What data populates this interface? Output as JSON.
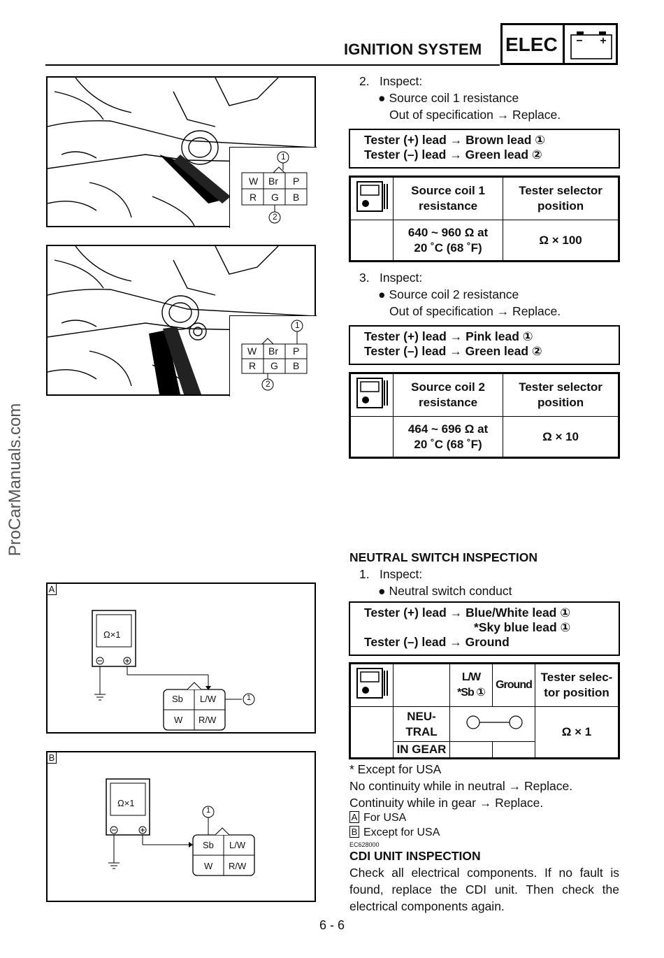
{
  "header": {
    "section_title": "IGNITION SYSTEM",
    "tab_label": "ELEC"
  },
  "watermark": "ProCarManuals.com",
  "figures": {
    "connector_pins": [
      "W",
      "Br",
      "P",
      "R",
      "G",
      "B"
    ],
    "callouts": [
      "1",
      "2"
    ],
    "diagram_a": {
      "tag": "A",
      "meter": "Ω×1",
      "pins": [
        "Sb",
        "L/W",
        "W",
        "R/W"
      ],
      "callout": "1"
    },
    "diagram_b": {
      "tag": "B",
      "meter": "Ω×1",
      "pins": [
        "Sb",
        "L/W",
        "W",
        "R/W"
      ],
      "callout": "1"
    }
  },
  "step2": {
    "num": "2.",
    "action": "Inspect:",
    "item": "Source coil 1 resistance",
    "result": "Out of specification → Replace.",
    "lead_plus": "Tester (+) lead → Brown lead ①",
    "lead_minus": "Tester (–) lead → Green lead ②",
    "table": {
      "col1": [
        "Source coil 1",
        "resistance"
      ],
      "col2": [
        "Tester selector",
        "position"
      ],
      "value": [
        "640 ~ 960 Ω at",
        "20 ˚C (68 ˚F)"
      ],
      "position": "Ω × 100"
    }
  },
  "step3": {
    "num": "3.",
    "action": "Inspect:",
    "item": "Source coil 2 resistance",
    "result": "Out of specification → Replace.",
    "lead_plus": "Tester (+) lead → Pink lead ①",
    "lead_minus": "Tester (–) lead → Green lead ②",
    "table": {
      "col1": [
        "Source coil 2",
        "resistance"
      ],
      "col2": [
        "Tester selector",
        "position"
      ],
      "value": [
        "464 ~ 696 Ω at",
        "20 ˚C (68 ˚F)"
      ],
      "position": "Ω × 10"
    }
  },
  "neutral": {
    "heading": "NEUTRAL SWITCH INSPECTION",
    "num": "1.",
    "action": "Inspect:",
    "item": "Neutral switch conduct",
    "lead_plus": "Tester (+) lead → Blue/White lead ①",
    "lead_plus_alt": "*Sky blue lead ①",
    "lead_minus": "Tester (–) lead → Ground",
    "table": {
      "h_lw": "L/W",
      "h_sb": "*Sb ①",
      "h_ground": "Ground",
      "h_pos": [
        "Tester selec-",
        "tor position"
      ],
      "row1": [
        "NEU-",
        "TRAL"
      ],
      "row2": "IN GEAR",
      "position": "Ω × 1"
    },
    "notes": [
      "* Except for USA",
      "No continuity while in neutral → Replace.",
      "Continuity while in gear → Replace."
    ],
    "legend": [
      {
        "tag": "A",
        "text": "For USA"
      },
      {
        "tag": "B",
        "text": "Except for USA"
      }
    ]
  },
  "cdi": {
    "code": "EC628000",
    "heading": "CDI UNIT INSPECTION",
    "body": "Check all electrical components. If no fault is found, replace the CDI unit. Then check the electrical components again."
  },
  "page_number": "6 - 6"
}
